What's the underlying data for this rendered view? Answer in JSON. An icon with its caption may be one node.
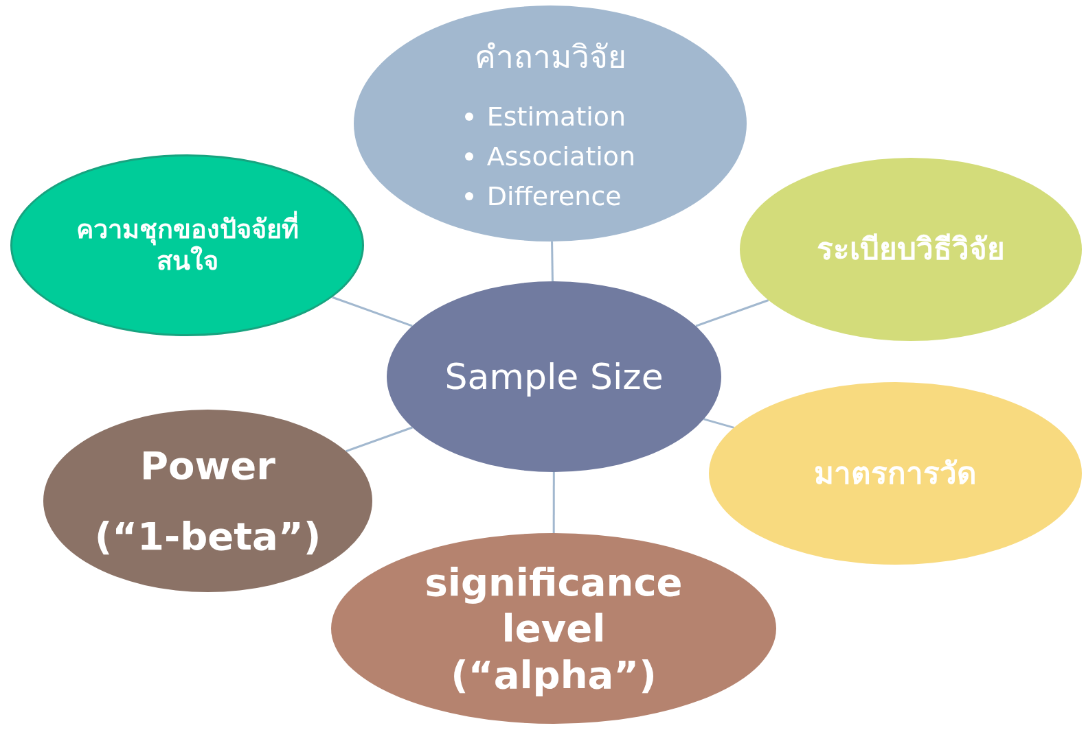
{
  "diagram": {
    "nodes": [
      {
        "text": [
          "Sample Size"
        ]
      },
      {
        "text": [
          "คำถามวิจัย",
          "Estimation",
          "Association",
          "Difference"
        ]
      },
      {
        "text": [
          "ความชุกของปัจจัยที่สนใจ"
        ]
      },
      {
        "text": [
          "ระเบียบวิธีวิจัย"
        ]
      },
      {
        "text": [
          "มาตรการวัด"
        ]
      },
      {
        "text": [
          "significance level (“alpha”)"
        ]
      },
      {
        "text": [
          "Power",
          "(“1-beta”)"
        ]
      }
    ],
    "edges": [
      {
        "from": 0,
        "to": 1,
        "arrow": "none"
      },
      {
        "from": 0,
        "to": 2,
        "arrow": "none"
      },
      {
        "from": 0,
        "to": 3,
        "arrow": "none"
      },
      {
        "from": 0,
        "to": 4,
        "arrow": "none"
      },
      {
        "from": 0,
        "to": 5,
        "arrow": "none"
      },
      {
        "from": 0,
        "to": 6,
        "arrow": "none"
      }
    ]
  }
}
